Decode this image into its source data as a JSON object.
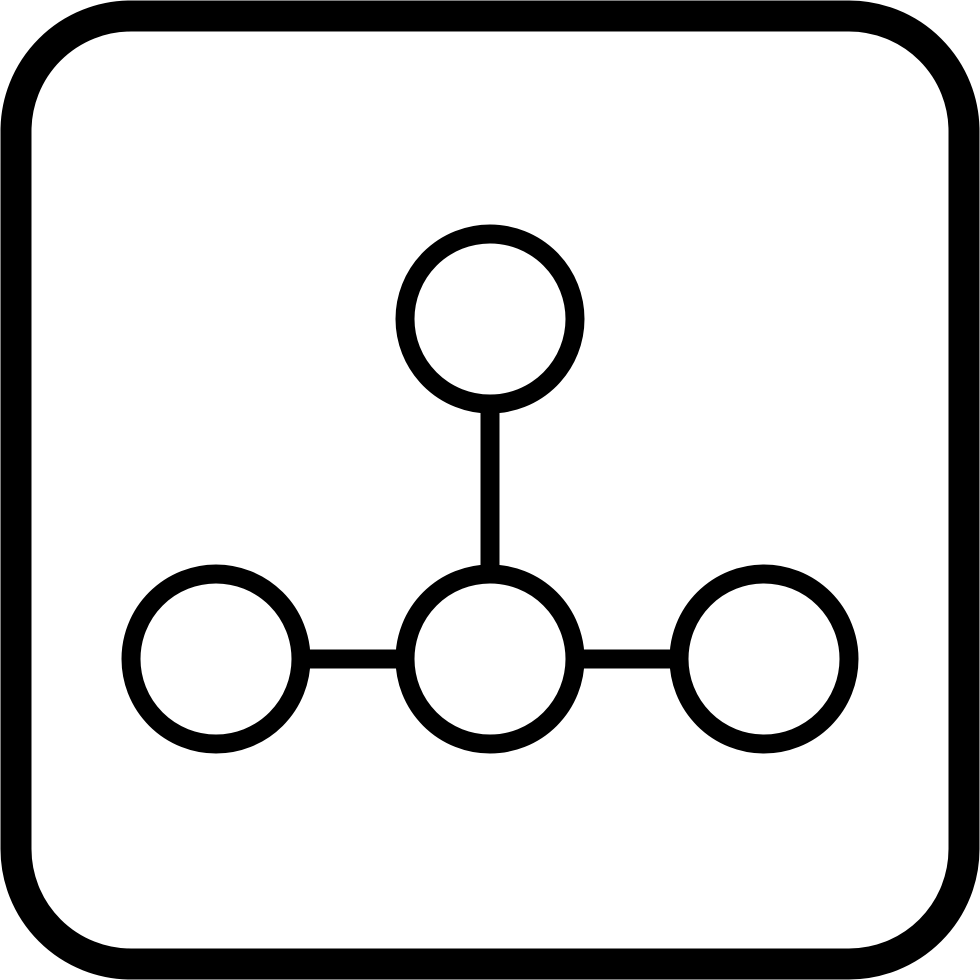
{
  "icon": {
    "name": "hierarchy-network-icon",
    "stroke_color": "#000000",
    "fill_color": "#ffffff",
    "nodes": [
      "top",
      "left",
      "center",
      "right"
    ],
    "links": [
      [
        "top",
        "center"
      ],
      [
        "left",
        "center"
      ],
      [
        "center",
        "right"
      ]
    ]
  }
}
